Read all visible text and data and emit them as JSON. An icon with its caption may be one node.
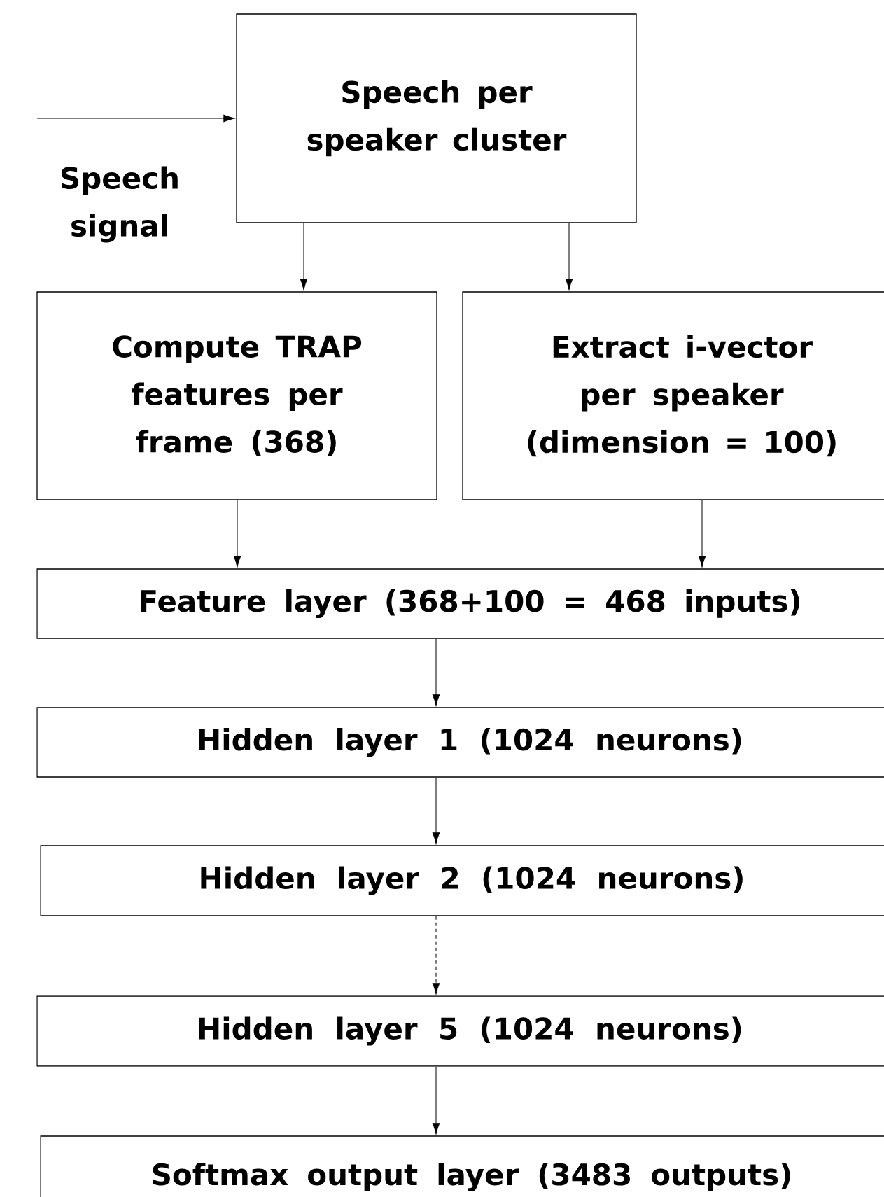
{
  "diagram": {
    "nodes": [
      {
        "text": [
          "Speech per speaker cluster"
        ]
      },
      {
        "text": [
          "Compute TRAP features per frame (368)"
        ]
      },
      {
        "text": [
          "Extract i-vector per speaker (dimension = 100)"
        ]
      },
      {
        "text": [
          "Feature layer (368+100 = 468 inputs)"
        ]
      },
      {
        "text": [
          "Hidden layer 1 (1024 neurons)"
        ]
      },
      {
        "text": [
          "Hidden layer 2 (1024 neurons)"
        ]
      },
      {
        "text": [
          "Hidden layer 5 (1024 neurons)"
        ]
      },
      {
        "text": [
          "Softmax output layer (3483 outputs)"
        ]
      }
    ],
    "edges": [
      {
        "from": null,
        "to": 0,
        "arrow": "to",
        "label": "Speech signal"
      },
      {
        "from": 0,
        "to": 1,
        "arrow": "to"
      },
      {
        "from": 0,
        "to": 2,
        "arrow": "to"
      },
      {
        "from": 1,
        "to": 3,
        "arrow": "to"
      },
      {
        "from": 2,
        "to": 3,
        "arrow": "to"
      },
      {
        "from": 3,
        "to": 4,
        "arrow": "to"
      },
      {
        "from": 4,
        "to": 5,
        "arrow": "to"
      },
      {
        "from": 5,
        "to": 6,
        "arrow": "to",
        "style": "dashed"
      },
      {
        "from": 6,
        "to": 7,
        "arrow": "to"
      }
    ]
  }
}
